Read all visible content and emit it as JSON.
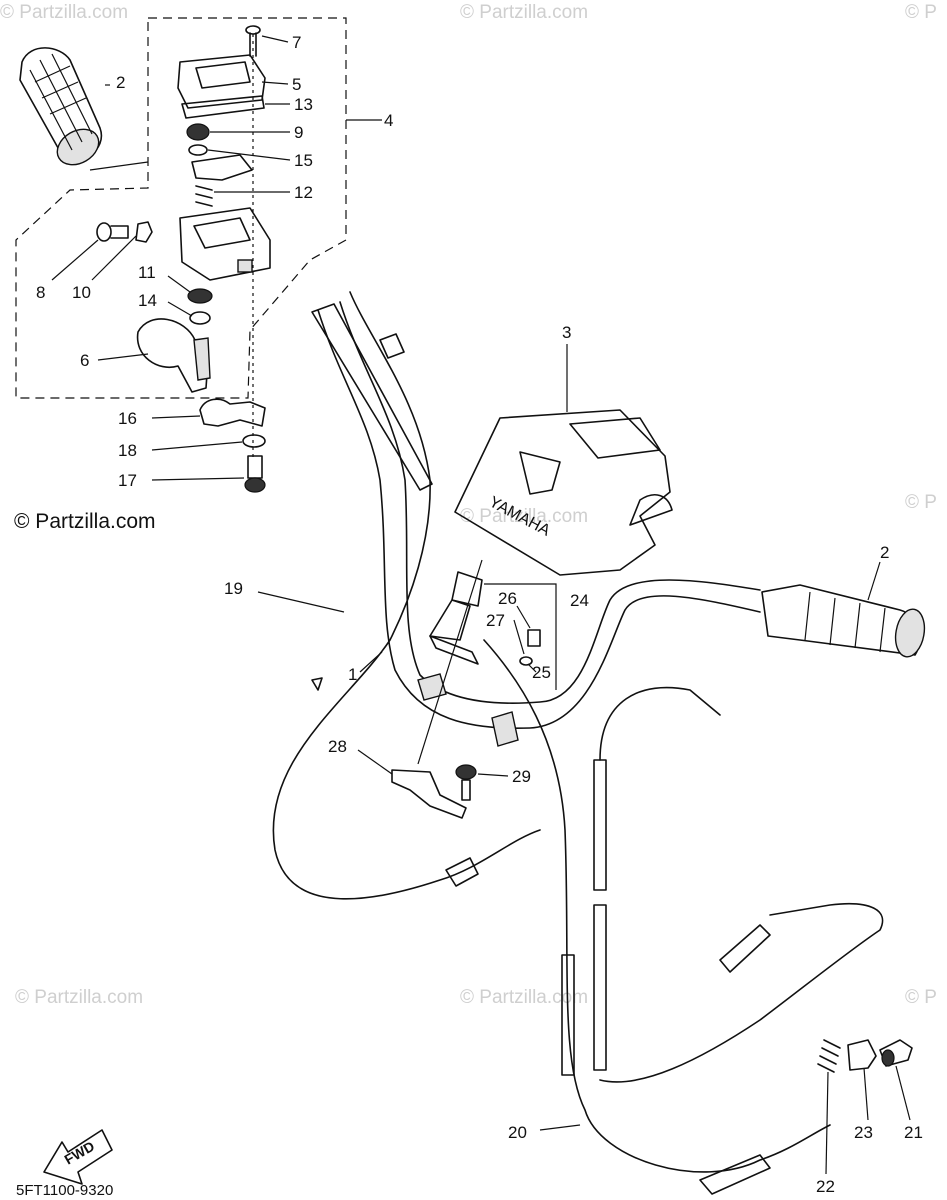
{
  "watermarks": {
    "row1a": "© Partzilla.com",
    "row1b": "© Partzilla.com",
    "row1c": "© P",
    "row2a": "© Partzilla.com",
    "row2b": "© Partzilla.com",
    "row2c": "© P",
    "row3a": "© Partzilla.com",
    "row3b": "© Partzilla.com",
    "row3c": "© P"
  },
  "copyright": "© Partzilla.com",
  "diagram_code": "5FT1100-9320",
  "fwd_label": "FWD",
  "cover_brand": "YAMAHA",
  "callouts": {
    "c1": "1",
    "c2a": "2",
    "c2b": "2",
    "c3": "3",
    "c4": "4",
    "c5": "5",
    "c6": "6",
    "c7": "7",
    "c8": "8",
    "c9": "9",
    "c10": "10",
    "c11": "11",
    "c12": "12",
    "c13": "13",
    "c14": "14",
    "c15": "15",
    "c16": "16",
    "c17": "17",
    "c18": "18",
    "c19": "19",
    "c20": "20",
    "c21": "21",
    "c22": "22",
    "c23": "23",
    "c24": "24",
    "c25": "25",
    "c26": "26",
    "c27": "27",
    "c28": "28",
    "c29": "29"
  }
}
